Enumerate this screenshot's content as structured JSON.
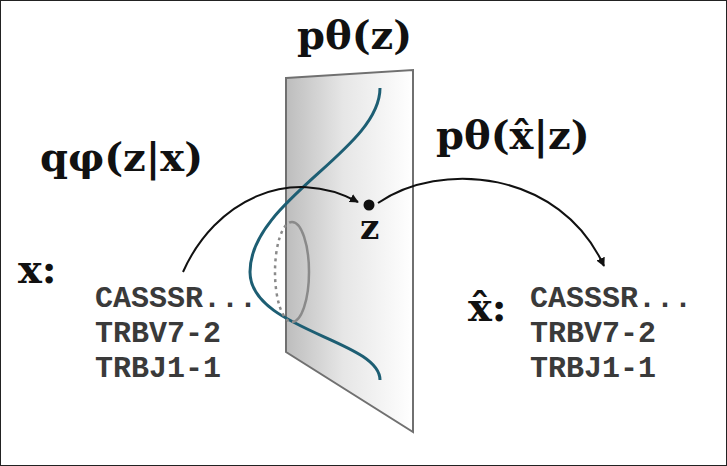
{
  "diagram": {
    "labels": [
      "pθ(z)",
      "qφ(z|x)",
      "x:",
      "CASSSR...",
      "TRBV7-2",
      "TRBJ1-1",
      "z",
      "pθ(x̂|z)",
      "x̂:",
      "CASSSR...",
      "TRBV7-2",
      "TRBJ1-1"
    ]
  }
}
